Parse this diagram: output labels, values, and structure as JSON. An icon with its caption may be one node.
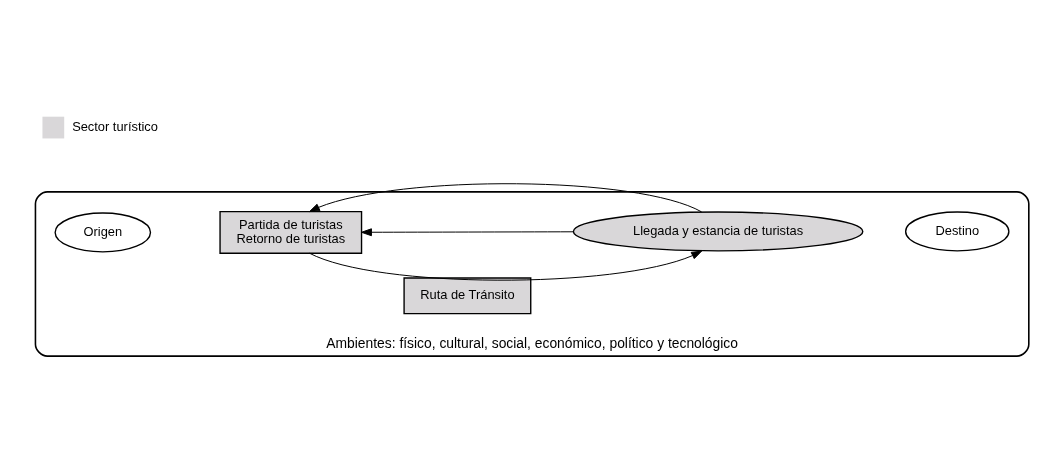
{
  "diagram": {
    "nodes": [
      {
        "text": [
          "Ambientes: físico, cultural, social, económico, político y tecnológico"
        ]
      },
      {
        "text": [
          "Origen"
        ],
        "in": 0
      },
      {
        "text": [
          "Partida de turistas",
          "Retorno de turistas"
        ],
        "in": 0
      },
      {
        "text": [
          "Ruta de Tránsito"
        ],
        "in": 0
      },
      {
        "text": [
          "Llegada y estancia de turistas"
        ],
        "in": 0
      },
      {
        "text": [
          "Destino"
        ],
        "in": 0
      }
    ],
    "edges": [
      {
        "from": 2,
        "to": 4,
        "arrow": "to"
      },
      {
        "from": 4,
        "to": 2,
        "arrow": "to"
      },
      {
        "from": 4,
        "to": 2,
        "arrow": "to"
      }
    ],
    "legend": [
      {
        "text": "Sector turístico",
        "color": "#d9d7d9"
      }
    ]
  }
}
